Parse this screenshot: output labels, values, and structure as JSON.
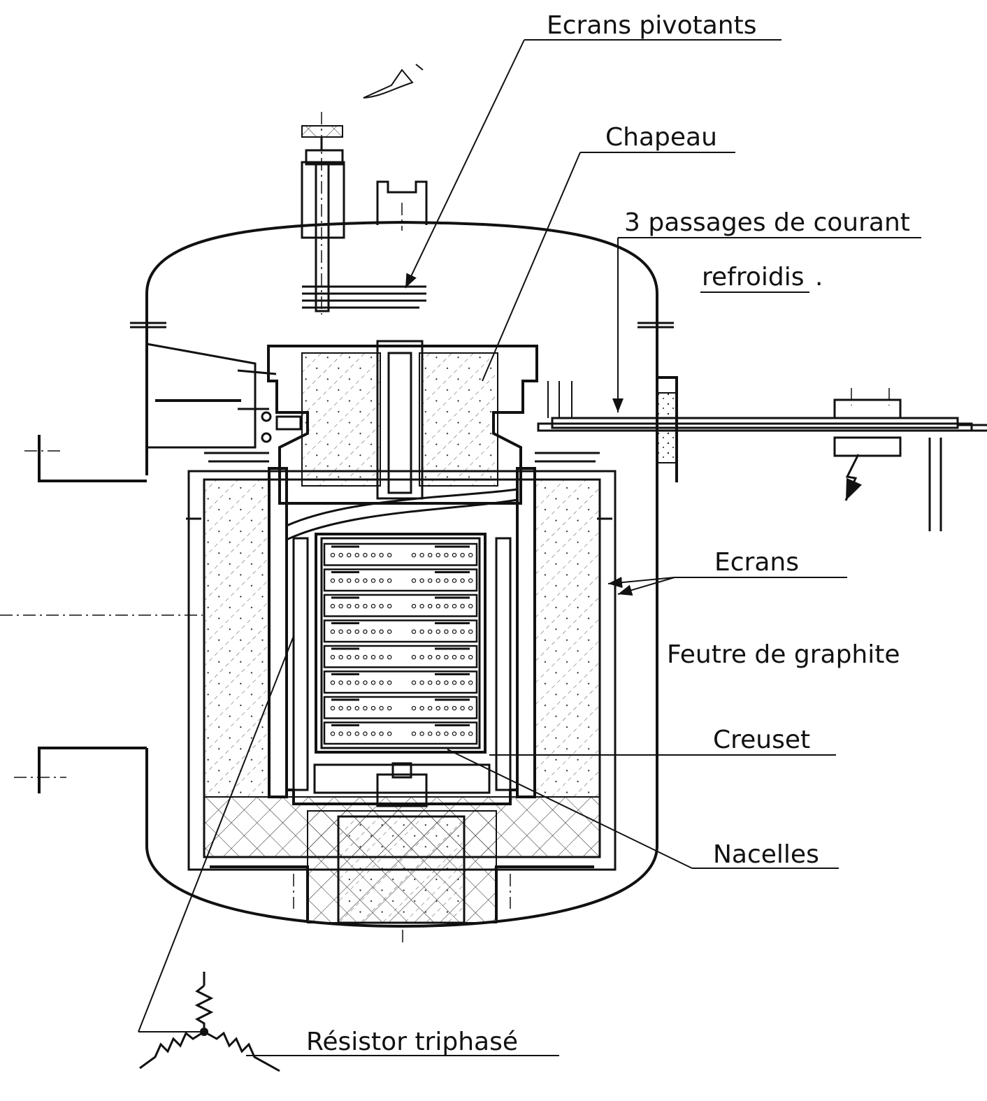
{
  "labels": {
    "ecrans_pivotants": "Ecrans pivotants",
    "chapeau": "Chapeau",
    "passages_line1": "3 passages de  courant",
    "passages_line2": "refroidis",
    "passages_dot": ".",
    "ecrans": "Ecrans",
    "feutre": "Feutre de graphite",
    "creuset": "Creuset",
    "nacelles": "Nacelles",
    "resistor": "Résistor  triphasé"
  },
  "nacelles": {
    "count": 8
  },
  "colors": {
    "ink": "#111111",
    "paper": "#ffffff"
  }
}
